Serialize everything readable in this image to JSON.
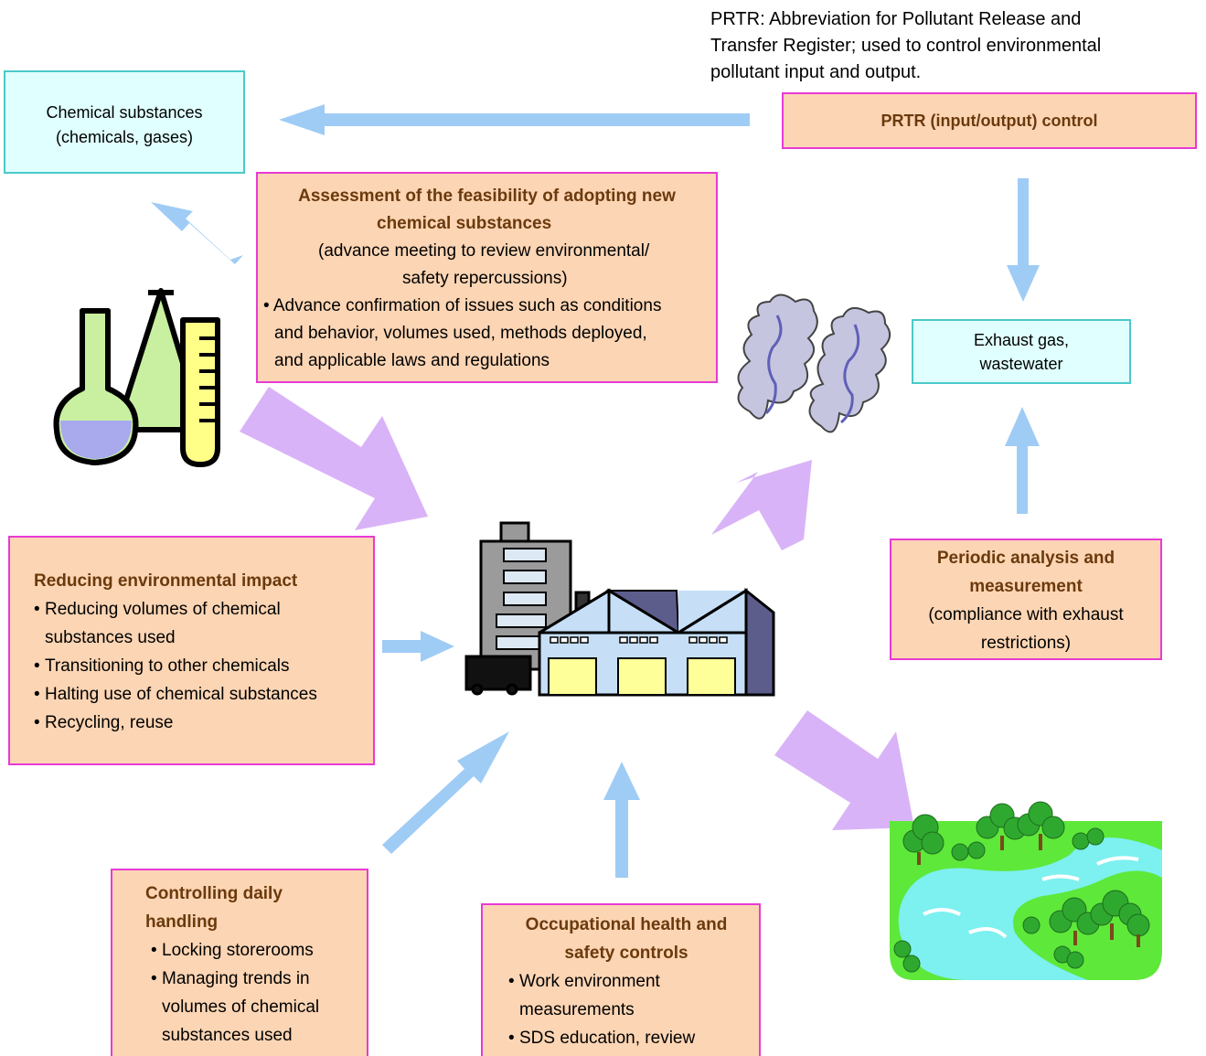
{
  "note": {
    "lines": [
      "PRTR: Abbreviation for Pollutant Release and",
      "Transfer Register; used to control environmental",
      "pollutant input and output."
    ]
  },
  "chemical_box": {
    "lines": [
      "Chemical substances",
      "(chemicals, gases)"
    ]
  },
  "prtr_box": {
    "title": "PRTR (input/output) control"
  },
  "assessment": {
    "title_lines": [
      "Assessment of the feasibility of adopting new",
      "chemical substances"
    ],
    "sub_lines": [
      "(advance meeting to review environmental/",
      "safety repercussions)"
    ],
    "bullet_lines": [
      "• Advance confirmation of issues such as conditions",
      "and behavior, volumes used, methods deployed,",
      "and applicable laws and regulations"
    ]
  },
  "exhaust_box": {
    "lines": [
      "Exhaust gas,",
      "wastewater"
    ]
  },
  "reducing": {
    "title": "Reducing environmental impact",
    "items": [
      "Reducing volumes of chemical substances used",
      "Transitioning to other chemicals",
      "Halting use of chemical substances",
      "Recycling, reuse"
    ]
  },
  "periodic": {
    "title_lines": [
      "Periodic analysis and",
      "measurement"
    ],
    "sub_lines": [
      "(compliance with exhaust",
      "restrictions)"
    ]
  },
  "daily": {
    "title": "Controlling daily handling",
    "items": [
      "Locking storerooms",
      "Managing trends in volumes of chemical substances used"
    ]
  },
  "occupational": {
    "title_lines": [
      "Occupational health and",
      "safety controls"
    ],
    "items": [
      "Work environment measurements",
      "SDS education, review"
    ]
  },
  "colors": {
    "box_fill": "#fcd5b4",
    "box_border": "#e83ad6",
    "cyan_fill": "#e0ffff",
    "cyan_border": "#4cc9c9",
    "heading": "#6b3a0d",
    "arrow_blue": "#9fccf5",
    "arrow_purple": "#d9b3f7"
  },
  "icons": [
    "flasks-icon",
    "factory-icon",
    "exhaust-smoke-icon",
    "river-landscape-icon"
  ]
}
